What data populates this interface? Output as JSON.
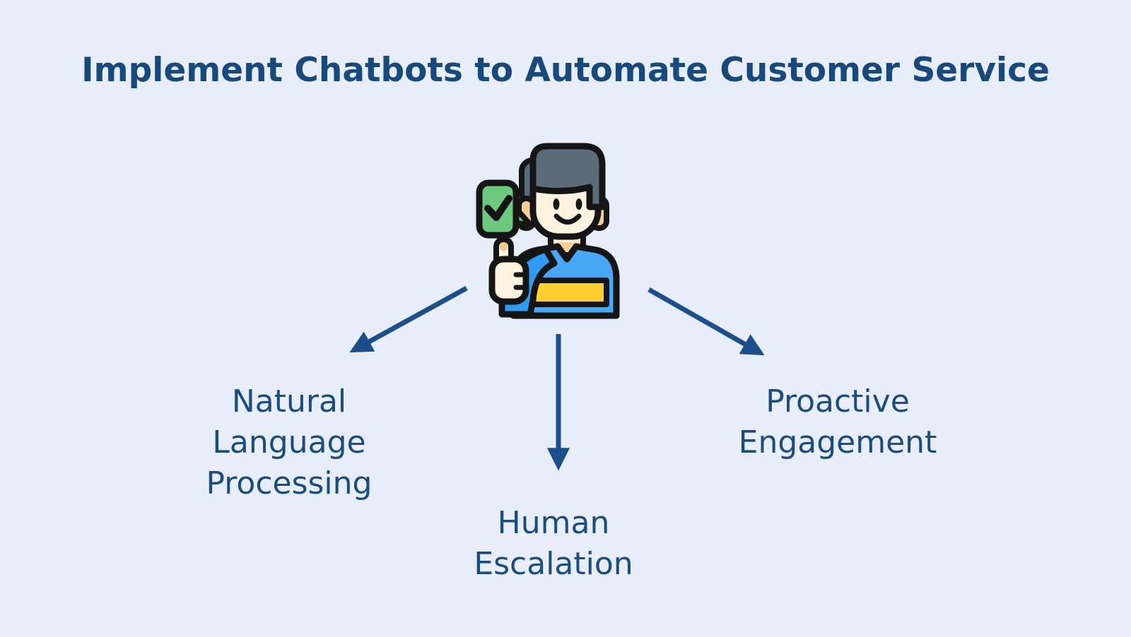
{
  "canvas": {
    "background": "#E8EDFA"
  },
  "title": {
    "text": "Implement Chatbots to Automate Customer Service",
    "color": "#17497D"
  },
  "diagram": {
    "center_icon": {
      "name": "customer-support-agent-thumbs-up",
      "colors": {
        "outline": "#151515",
        "hair": "#5A6B7A",
        "skin": "#FEF3DE",
        "skin_shade": "#F9CF98",
        "thumb_tip": "#F6C68B",
        "shirt": "#49A8F5",
        "shirt_shade": "#2F9BF2",
        "stripe": "#FFD02F",
        "bubble": "#6CC97E"
      }
    },
    "arrow_color": "#1A4F8C",
    "label_color": "#1B4C80",
    "branches": [
      {
        "label": "Natural Language Processing"
      },
      {
        "label": "Human Escalation"
      },
      {
        "label": "Proactive Engagement"
      }
    ]
  }
}
